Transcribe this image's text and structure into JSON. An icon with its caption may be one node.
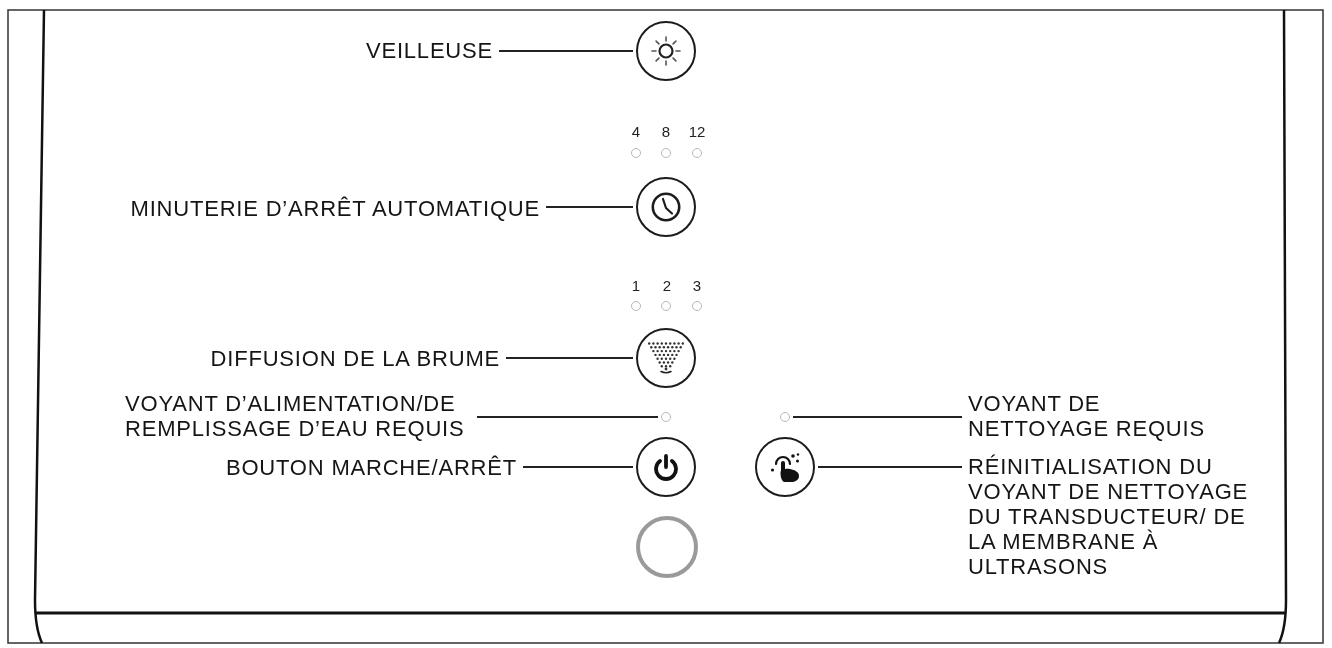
{
  "diagram": {
    "nodes": [
      {
        "text": [
          "VEILLEUSE"
        ]
      },
      {
        "text": [],
        "shape": "circle"
      },
      {
        "text": [
          "MINUTERIE D’ARRÊT AUTOMATIQUE"
        ]
      },
      {
        "text": [],
        "shape": "circle"
      },
      {
        "text": [
          "DIFFUSION DE LA BRUME"
        ]
      },
      {
        "text": [],
        "shape": "circle"
      },
      {
        "text": [
          "VOYANT D’ALIMENTATION/DE REMPLISSAGE D’EAU REQUIS"
        ]
      },
      {
        "text": [],
        "shape": "circle"
      },
      {
        "text": [],
        "shape": "circle"
      },
      {
        "text": [
          "VOYANT DE NETTOYAGE REQUIS"
        ]
      },
      {
        "text": [
          "BOUTON MARCHE/ARRÊT"
        ]
      },
      {
        "text": [],
        "shape": "circle"
      },
      {
        "text": [],
        "shape": "circle"
      },
      {
        "text": [
          "RÉINITIALISATION DU VOYANT DE NETTOYAGE DU TRANSDUCTEUR/ DE LA MEMBRANE À ULTRASONS"
        ]
      }
    ],
    "edges": [
      {
        "from": 0,
        "to": 1,
        "arrow": "none"
      },
      {
        "from": 2,
        "to": 3,
        "arrow": "none"
      },
      {
        "from": 4,
        "to": 5,
        "arrow": "none"
      },
      {
        "from": 6,
        "to": 7,
        "arrow": "none"
      },
      {
        "from": 9,
        "to": 8,
        "arrow": "none"
      },
      {
        "from": 10,
        "to": 11,
        "arrow": "none"
      },
      {
        "from": 13,
        "to": 12,
        "arrow": "none"
      }
    ],
    "labels": [
      "4",
      "8",
      "12",
      "1",
      "2",
      "3"
    ]
  }
}
